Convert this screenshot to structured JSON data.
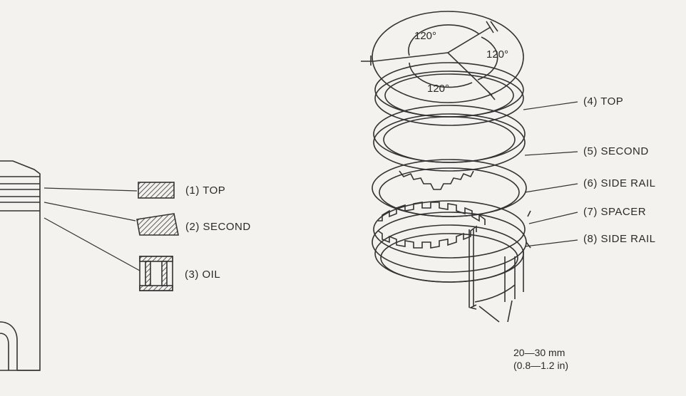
{
  "section_labels": {
    "top": "(1) TOP",
    "second": "(2) SECOND",
    "oil": "(3) OIL"
  },
  "ring_labels": {
    "top": "(4) TOP",
    "second": "(5) SECOND",
    "side_rail_upper": "(6) SIDE RAIL",
    "spacer": "(7) SPACER",
    "side_rail_lower": "(8) SIDE RAIL"
  },
  "angles": {
    "a1": "120°",
    "a2": "120°",
    "a3": "120°"
  },
  "gap": {
    "metric": "20—30 mm",
    "imperial": "(0.8—1.2 in)"
  }
}
